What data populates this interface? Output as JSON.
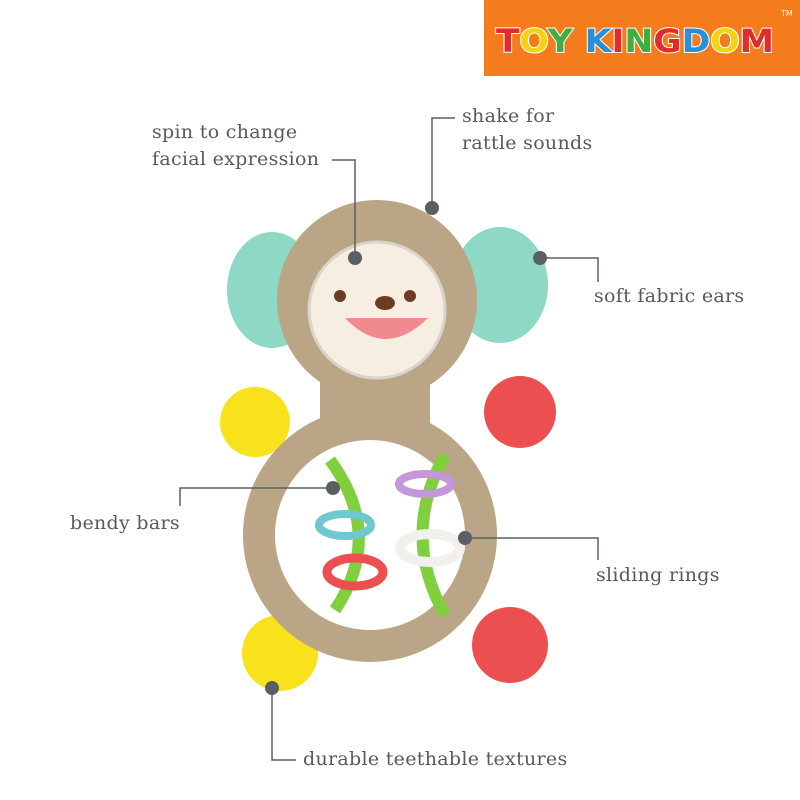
{
  "brand": {
    "logo_text": "TOY KINGDOM",
    "trademark": "TM",
    "banner_color": "#f47c1c"
  },
  "callouts": {
    "face": [
      "spin to change",
      "facial expression"
    ],
    "rattle": [
      "shake for",
      "rattle sounds"
    ],
    "ears": "soft fabric ears",
    "bars": "bendy bars",
    "rings": "sliding rings",
    "textures": "durable teethable textures"
  },
  "colors": {
    "body": "#baa687",
    "ears": "#8ed8c6",
    "bars": "#7fcf3f",
    "yellow": "#f7e21b",
    "red": "#ec4f50",
    "line": "#5a5f63"
  }
}
